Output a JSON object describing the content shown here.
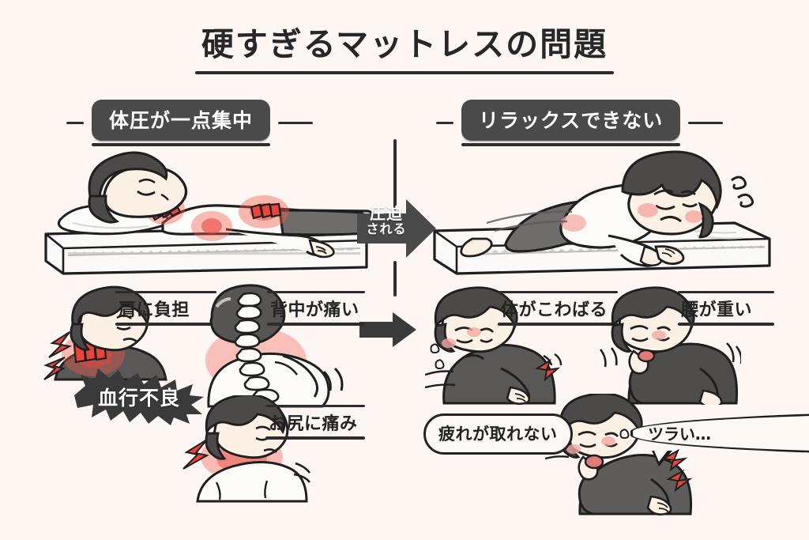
{
  "page": {
    "title": "硬すぎるマットレスの問題",
    "background_color": "#fdf6f2",
    "ink_color": "#232323",
    "accent_red": "#e8453c",
    "banner_color": "#4a4a4a"
  },
  "sections": {
    "left": {
      "banner": "体圧が一点集中"
    },
    "right": {
      "banner": "リラックスできない"
    }
  },
  "center_arrow": {
    "line1": "圧迫",
    "line2": "される"
  },
  "left_callouts": [
    {
      "id": "shoulder",
      "label": "肩に負担"
    },
    {
      "id": "back",
      "label": "背中が痛い"
    },
    {
      "id": "hip",
      "label": "お尻に痛み"
    }
  ],
  "left_burst": {
    "label": "血行不良"
  },
  "right_callouts": [
    {
      "id": "stiff",
      "label": "体がこわばる"
    },
    {
      "id": "heavy-waist",
      "label": "腰が重い"
    }
  ],
  "right_bubbles": [
    {
      "id": "tired",
      "label": "疲れが取れない",
      "shape": "rounded-rect"
    },
    {
      "id": "painful",
      "label": "ツラい…",
      "shape": "oval-with-tail"
    }
  ],
  "illustrations": {
    "top_left": {
      "name": "person-lying-supine-on-hard-mattress",
      "pressure_points": [
        "neck",
        "shoulder-blade",
        "lower-back"
      ]
    },
    "top_right": {
      "name": "person-lying-prone-restless-on-mattress",
      "markers": [
        "sweat-drops",
        "furrowed-brow"
      ]
    },
    "bottom_left": [
      {
        "name": "person-neck-pain-with-lightning"
      },
      {
        "name": "person-back-spine-highlighted"
      },
      {
        "name": "person-hip-pain-with-lightning"
      }
    ],
    "bottom_right": [
      {
        "name": "person-stiff-body-holding-side"
      },
      {
        "name": "person-hand-on-cheek-heavy-waist"
      },
      {
        "name": "person-tired-with-lightning"
      }
    ]
  }
}
